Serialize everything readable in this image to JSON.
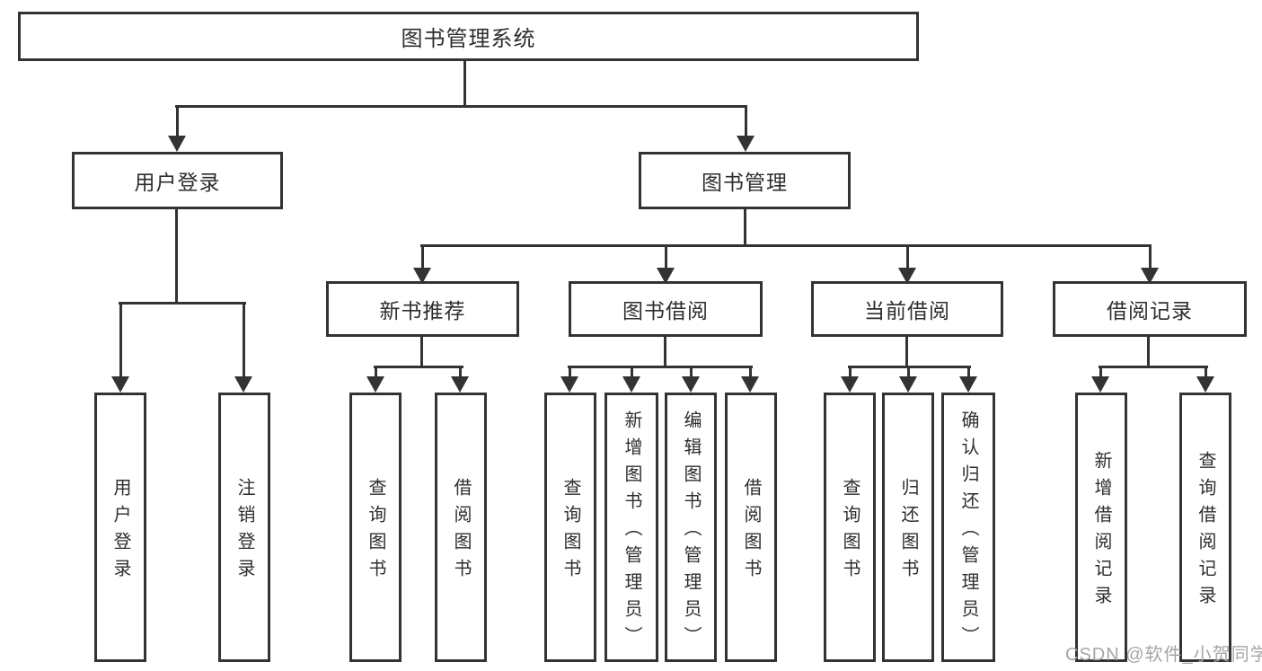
{
  "diagram": {
    "type": "hierarchy-tree",
    "watermark": "CSDN @软件_小贺同学",
    "colors": {
      "line": "#333333",
      "box_border": "#333333",
      "box_fill": "#ffffff",
      "text": "#2e2e2e",
      "watermark": "#a6a6a6",
      "background": "#ffffff"
    },
    "tree": {
      "label": "图书管理系统",
      "children": [
        {
          "label": "用户登录",
          "children": [
            {
              "label": "用户登录"
            },
            {
              "label": "注销登录"
            }
          ]
        },
        {
          "label": "图书管理",
          "children": [
            {
              "label": "新书推荐",
              "children": [
                {
                  "label": "查询图书"
                },
                {
                  "label": "借阅图书"
                }
              ]
            },
            {
              "label": "图书借阅",
              "children": [
                {
                  "label": "查询图书"
                },
                {
                  "label": "新增图书（管理员）"
                },
                {
                  "label": "编辑图书（管理员）"
                },
                {
                  "label": "借阅图书"
                }
              ]
            },
            {
              "label": "当前借阅",
              "children": [
                {
                  "label": "查询图书"
                },
                {
                  "label": "归还图书"
                },
                {
                  "label": "确认归还（管理员）"
                }
              ]
            },
            {
              "label": "借阅记录",
              "children": [
                {
                  "label": "新增借阅记录"
                },
                {
                  "label": "查询借阅记录"
                }
              ]
            }
          ]
        }
      ]
    }
  }
}
